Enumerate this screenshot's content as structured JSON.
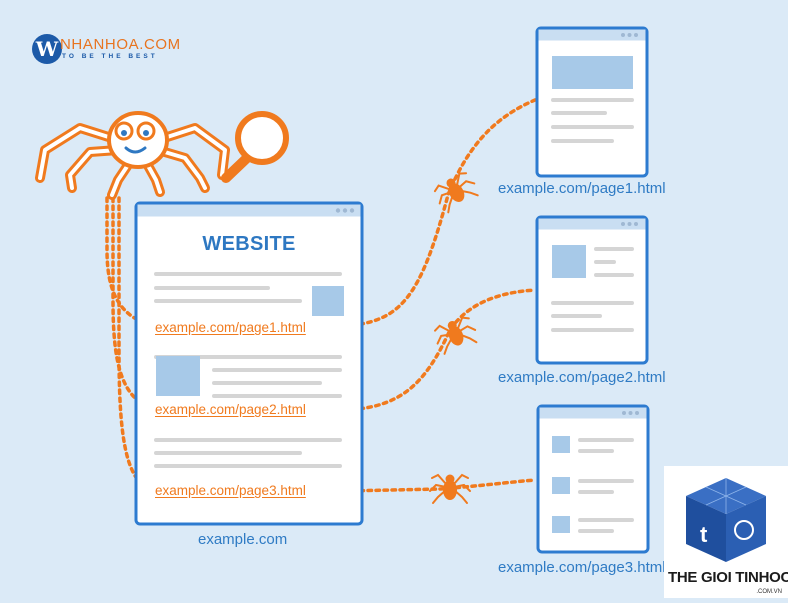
{
  "brand": {
    "name": "NHANHOA.COM",
    "tagline": "TO BE THE BEST",
    "mark": "W"
  },
  "website": {
    "title": "WEBSITE",
    "caption": "example.com",
    "links": [
      "example.com/page1.html",
      "example.com/page2.html",
      "example.com/page3.html"
    ]
  },
  "pages": [
    {
      "caption": "example.com/page1.html"
    },
    {
      "caption": "example.com/page2.html"
    },
    {
      "caption": "example.com/page3.html"
    }
  ],
  "watermark": {
    "text": "THE GIOI TINHOC",
    "sub": ".COM.VN"
  },
  "colors": {
    "background": "#dbeaf7",
    "frame": "#2d7bd0",
    "accent": "#f07a1e",
    "placeholder": "#a7c9e8",
    "line": "#d5d5d5"
  }
}
